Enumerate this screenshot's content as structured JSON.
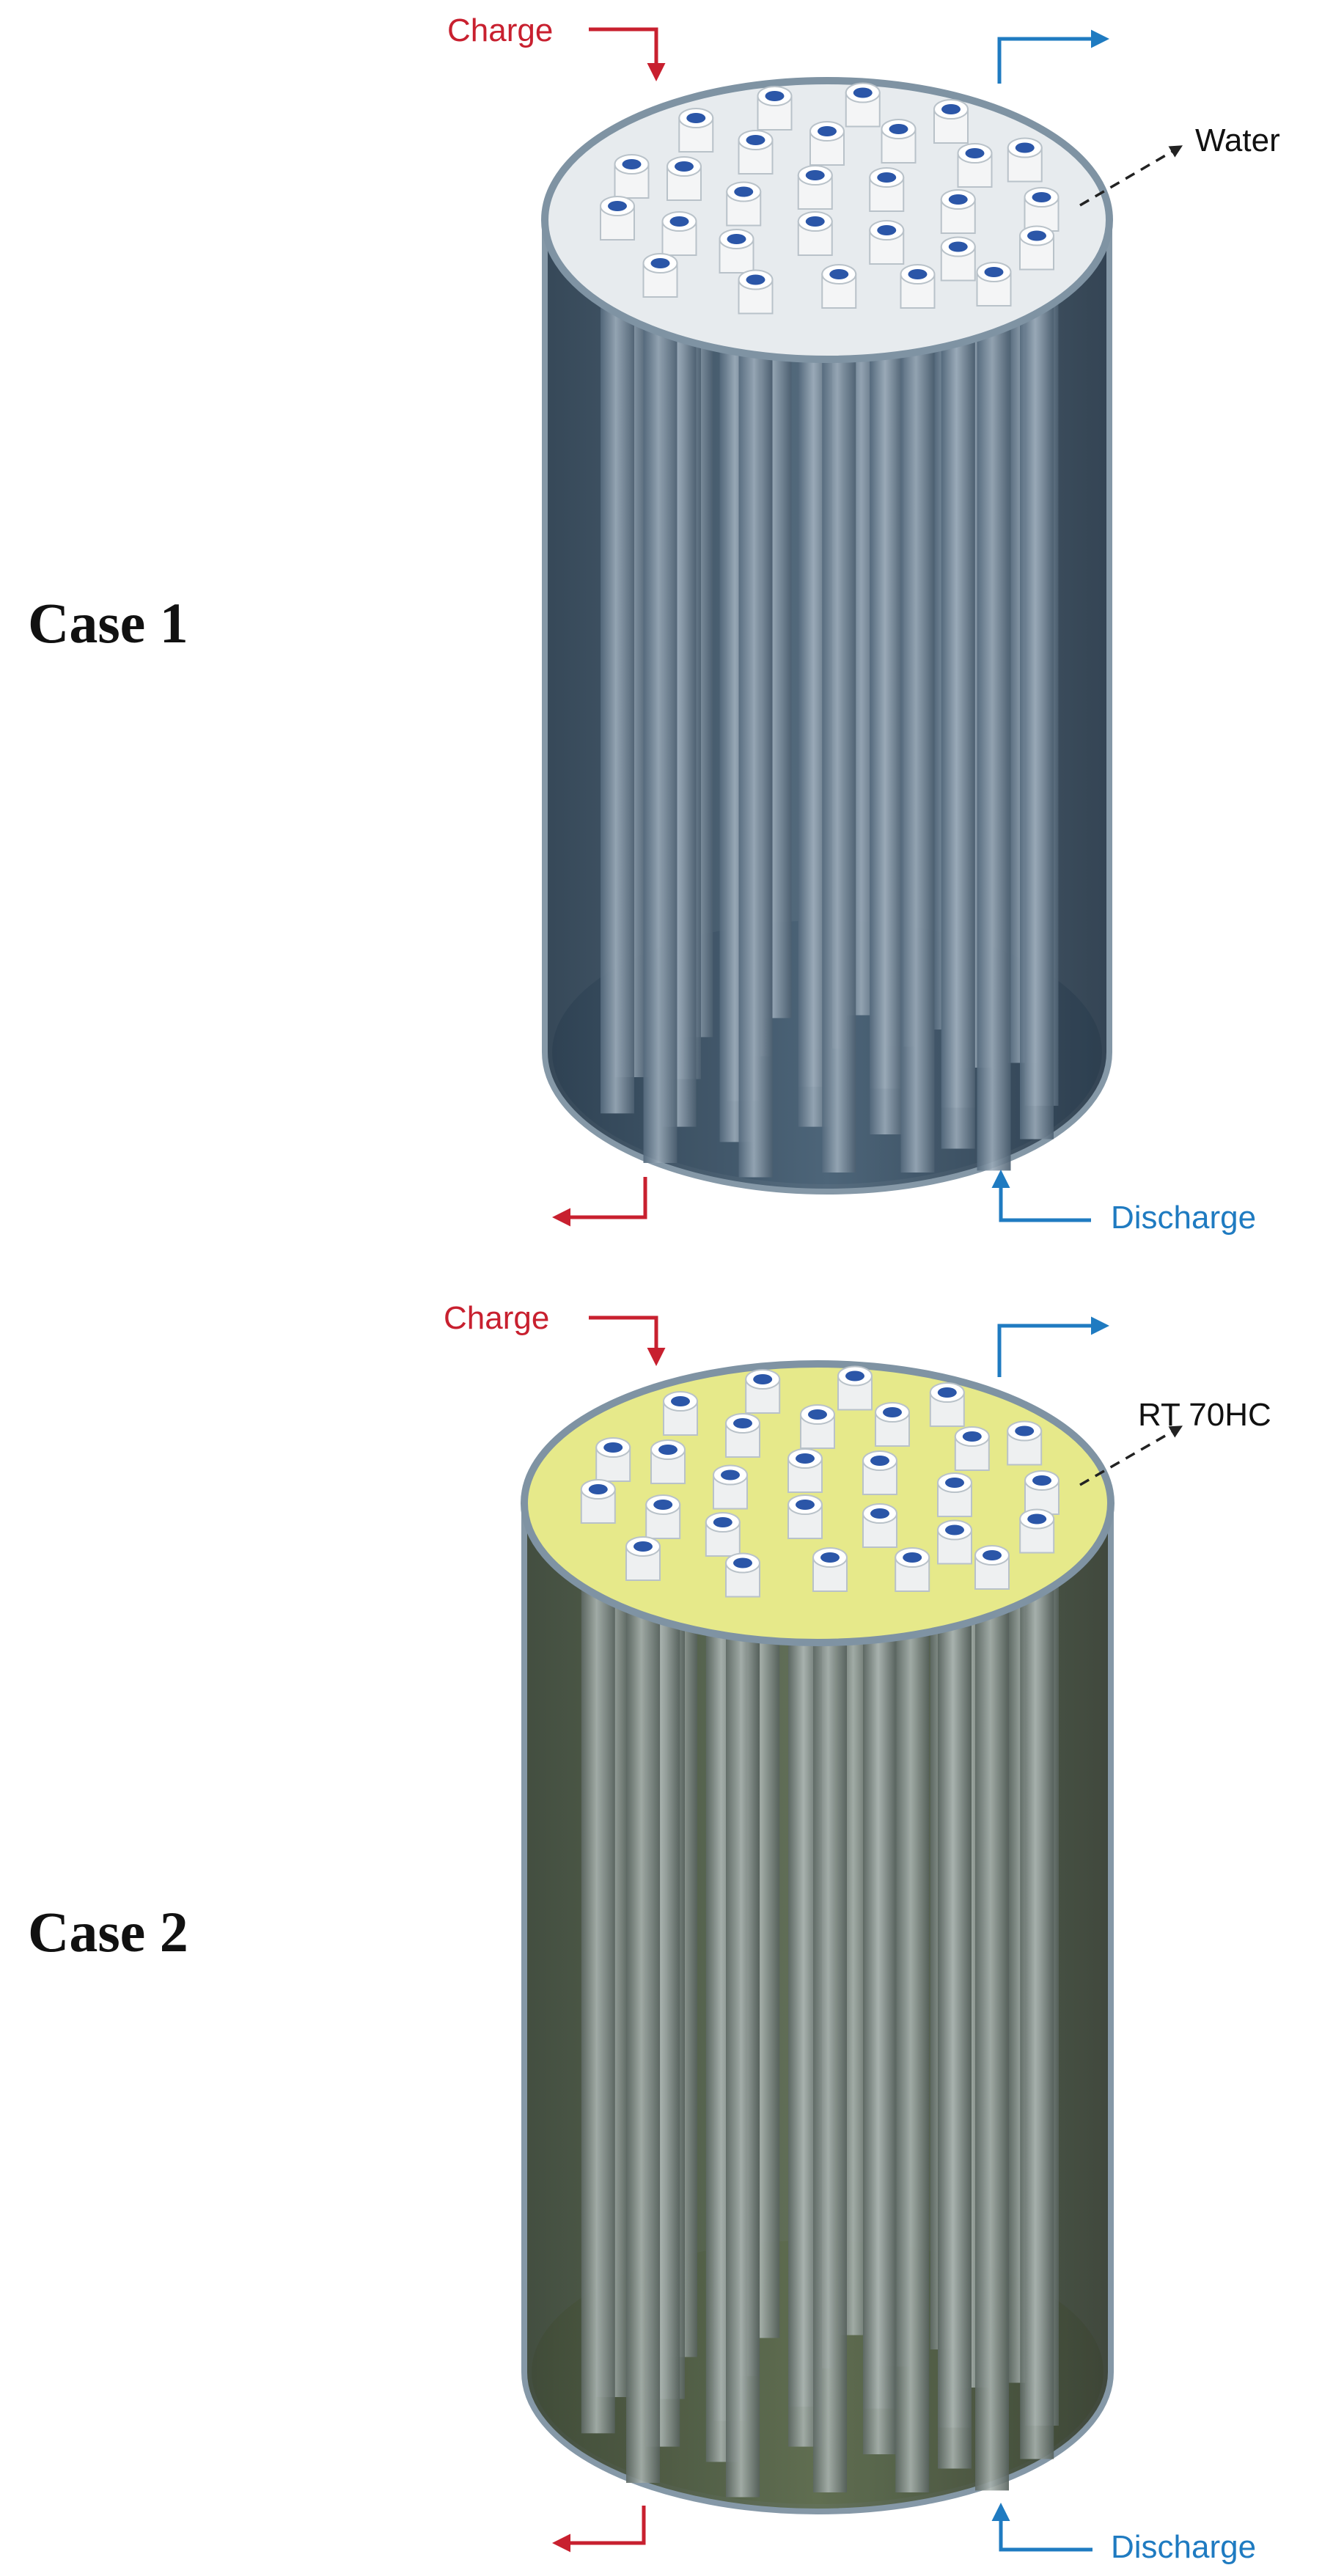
{
  "figure": {
    "panels": [
      {
        "id": "case-1",
        "label": "Case 1",
        "charge_label": "Charge",
        "discharge_label": "Discharge",
        "material_label": "Water",
        "colors": {
          "charge": "#c8202f",
          "discharge": "#1f7bc1",
          "fill_top": "#e7ebee",
          "tube_outer": "#f4f5f6",
          "tube_inner": "#2b56a8",
          "shell": "#3d5468"
        }
      },
      {
        "id": "case-2",
        "label": "Case 2",
        "charge_label": "Charge",
        "discharge_label": "Discharge",
        "material_label": "RT 70HC",
        "colors": {
          "charge": "#c8202f",
          "discharge": "#1f7bc1",
          "fill_top": "#e6e98a",
          "tube_outer": "#eef0f1",
          "tube_inner": "#2b56a8",
          "shell": "#4d5a45"
        }
      }
    ]
  }
}
